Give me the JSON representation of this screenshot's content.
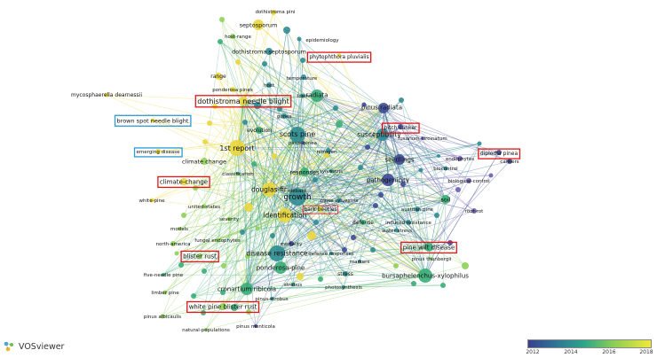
{
  "app": {
    "name": "VOSviewer"
  },
  "overlay": {
    "colors": [
      "#3a3f8f",
      "#3b5e97",
      "#2f8a8d",
      "#3fb08a",
      "#7bc95c",
      "#c4dc3c",
      "#f0e63a"
    ],
    "ticks": [
      "2012",
      "2014",
      "2016",
      "2018"
    ]
  },
  "nodes": [
    {
      "label": "dothistroma pini"
    },
    {
      "label": "septosporum"
    },
    {
      "label": "host-range"
    },
    {
      "label": "epidemiology"
    },
    {
      "label": "dothistroma septosporum"
    },
    {
      "label": "phytophthora pluvialis"
    },
    {
      "label": "range"
    },
    {
      "label": "temperature"
    },
    {
      "label": "ponderosa pines"
    },
    {
      "label": "host"
    },
    {
      "label": "mycosphaerella dearnessii"
    },
    {
      "label": "radiata"
    },
    {
      "label": "dothistroma needle blight"
    },
    {
      "label": "toxin"
    },
    {
      "label": "pinus radiata"
    },
    {
      "label": "genes"
    },
    {
      "label": "brown spot needle blight"
    },
    {
      "label": "evolution"
    },
    {
      "label": "scots pine"
    },
    {
      "label": "susceptibility"
    },
    {
      "label": "pitch canker"
    },
    {
      "label": "fusarium-circinatum"
    },
    {
      "label": "1st report"
    },
    {
      "label": "pinus-pinea"
    },
    {
      "label": "nitrogen"
    },
    {
      "label": "seedlings"
    },
    {
      "label": "diplodia pinea"
    },
    {
      "label": "emerging disease"
    },
    {
      "label": "climate change"
    },
    {
      "label": "endophytes"
    },
    {
      "label": "cankers"
    },
    {
      "label": "classification"
    },
    {
      "label": "responses"
    },
    {
      "label": "sylvestris"
    },
    {
      "label": "biocontrol"
    },
    {
      "label": "climate-change"
    },
    {
      "label": "pathogenicity"
    },
    {
      "label": "biological-control"
    },
    {
      "label": "douglas-fir"
    },
    {
      "label": "dieback"
    },
    {
      "label": "white-pine"
    },
    {
      "label": "growth"
    },
    {
      "label": "pinus sylvestris"
    },
    {
      "label": "soil"
    },
    {
      "label": "united-states"
    },
    {
      "label": "austrian pine"
    },
    {
      "label": "root-rot"
    },
    {
      "label": "bark beetles"
    },
    {
      "label": "severity"
    },
    {
      "label": "identification"
    },
    {
      "label": "induced resistance"
    },
    {
      "label": "models"
    },
    {
      "label": "water stress"
    },
    {
      "label": "defense"
    },
    {
      "label": "north-america"
    },
    {
      "label": "fungal endophytes"
    },
    {
      "label": "mortality"
    },
    {
      "label": "pine wilt disease"
    },
    {
      "label": "blister rust"
    },
    {
      "label": "disease resistance"
    },
    {
      "label": "defense responses"
    },
    {
      "label": "pinus thunbergii"
    },
    {
      "label": "five-needle pine"
    },
    {
      "label": "markers"
    },
    {
      "label": "ponderosa-pine"
    },
    {
      "label": "stress"
    },
    {
      "label": "bursaphelenchus-xylophilus"
    },
    {
      "label": "limber pine"
    },
    {
      "label": "cronartium ribicola"
    },
    {
      "label": "strobus"
    },
    {
      "label": "photosynthesis"
    },
    {
      "label": "pinus-strobus"
    },
    {
      "label": "white pine blister rust"
    },
    {
      "label": "pinus albicaulis"
    },
    {
      "label": "pinus monticola"
    },
    {
      "label": "natural-populations"
    }
  ]
}
